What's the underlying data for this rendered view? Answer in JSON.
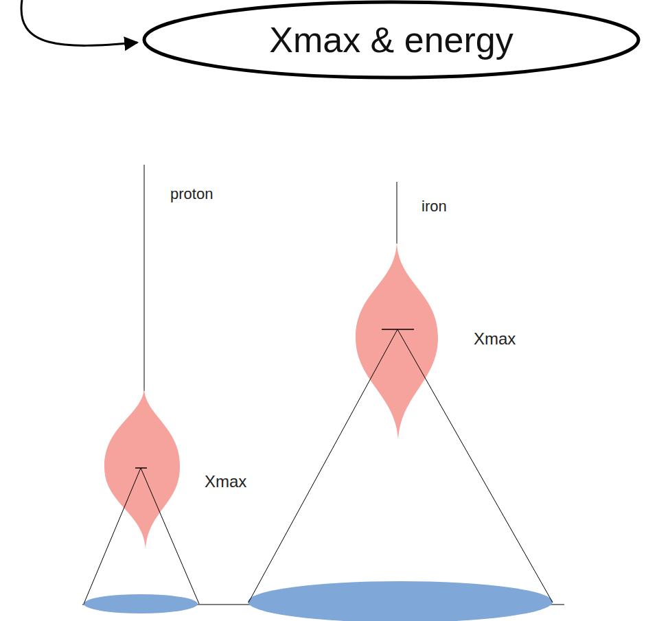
{
  "diagram": {
    "nodes": [
      {
        "text": [
          "Xmax & energy"
        ]
      }
    ],
    "labels": [
      "proton",
      "iron",
      "Xmax",
      "Xmax"
    ]
  }
}
